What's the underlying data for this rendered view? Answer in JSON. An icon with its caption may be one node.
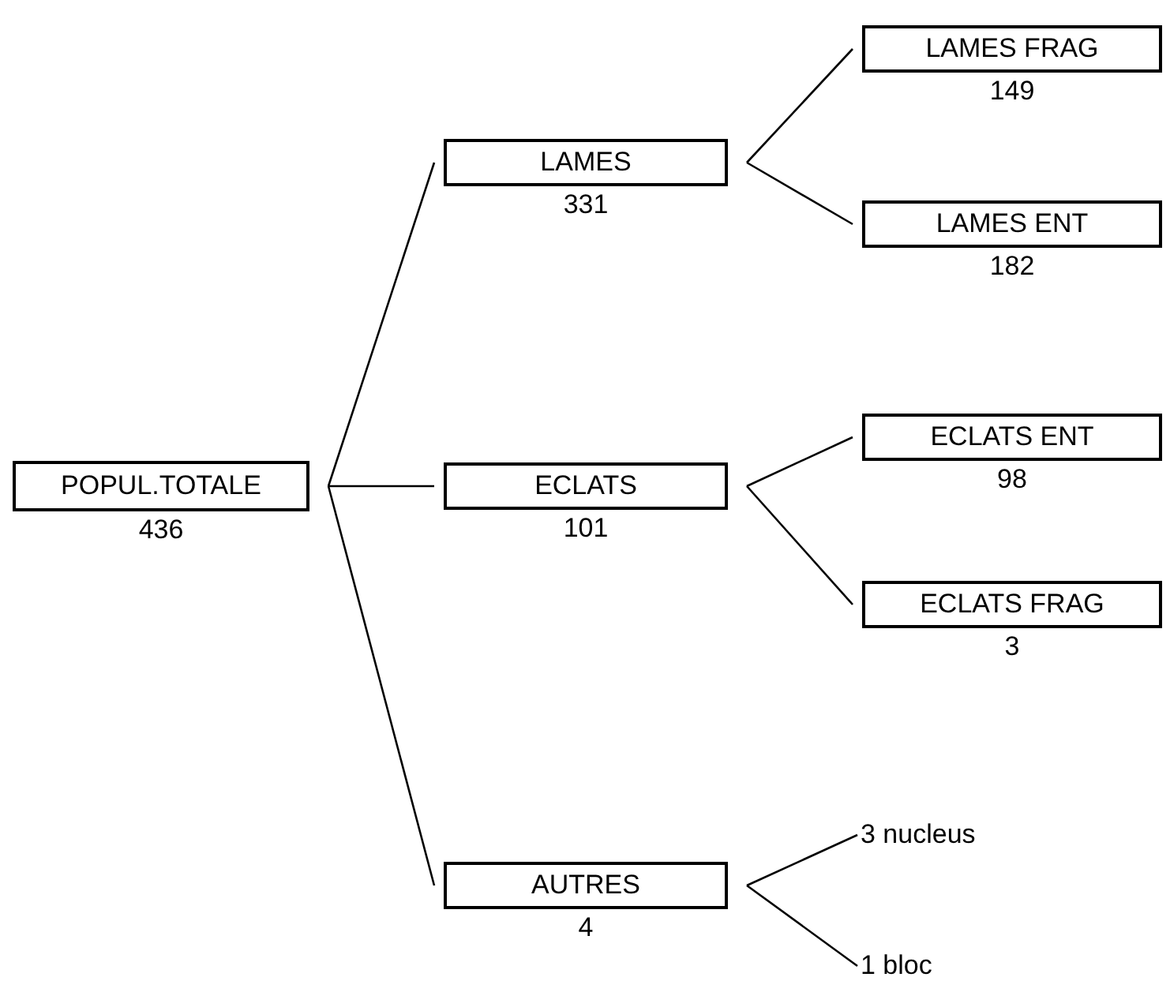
{
  "diagram": {
    "nodes": [
      {
        "text": [
          "POPUL.TOTALE"
        ],
        "beside": [
          "436"
        ]
      },
      {
        "text": [
          "LAMES"
        ],
        "beside": [
          "331"
        ]
      },
      {
        "text": [
          "LAMES FRAG"
        ],
        "beside": [
          "149"
        ]
      },
      {
        "text": [
          "LAMES ENT"
        ],
        "beside": [
          "182"
        ]
      },
      {
        "text": [
          "ECLATS"
        ],
        "beside": [
          "101"
        ]
      },
      {
        "text": [
          "ECLATS ENT"
        ],
        "beside": [
          "98"
        ]
      },
      {
        "text": [
          "ECLATS FRAG"
        ],
        "beside": [
          "3"
        ]
      },
      {
        "text": [
          "AUTRES"
        ],
        "beside": [
          "4"
        ]
      },
      {
        "text": [
          "3 nucleus"
        ]
      },
      {
        "text": [
          "1 bloc"
        ]
      }
    ],
    "edges": [
      {
        "from": 0,
        "to": 1,
        "arrow": "none"
      },
      {
        "from": 0,
        "to": 4,
        "arrow": "none"
      },
      {
        "from": 0,
        "to": 7,
        "arrow": "none"
      },
      {
        "from": 1,
        "to": 2,
        "arrow": "none"
      },
      {
        "from": 1,
        "to": 3,
        "arrow": "none"
      },
      {
        "from": 4,
        "to": 5,
        "arrow": "none"
      },
      {
        "from": 4,
        "to": 6,
        "arrow": "none"
      },
      {
        "from": 7,
        "to": 8,
        "arrow": "none"
      },
      {
        "from": 7,
        "to": 9,
        "arrow": "none"
      }
    ]
  }
}
